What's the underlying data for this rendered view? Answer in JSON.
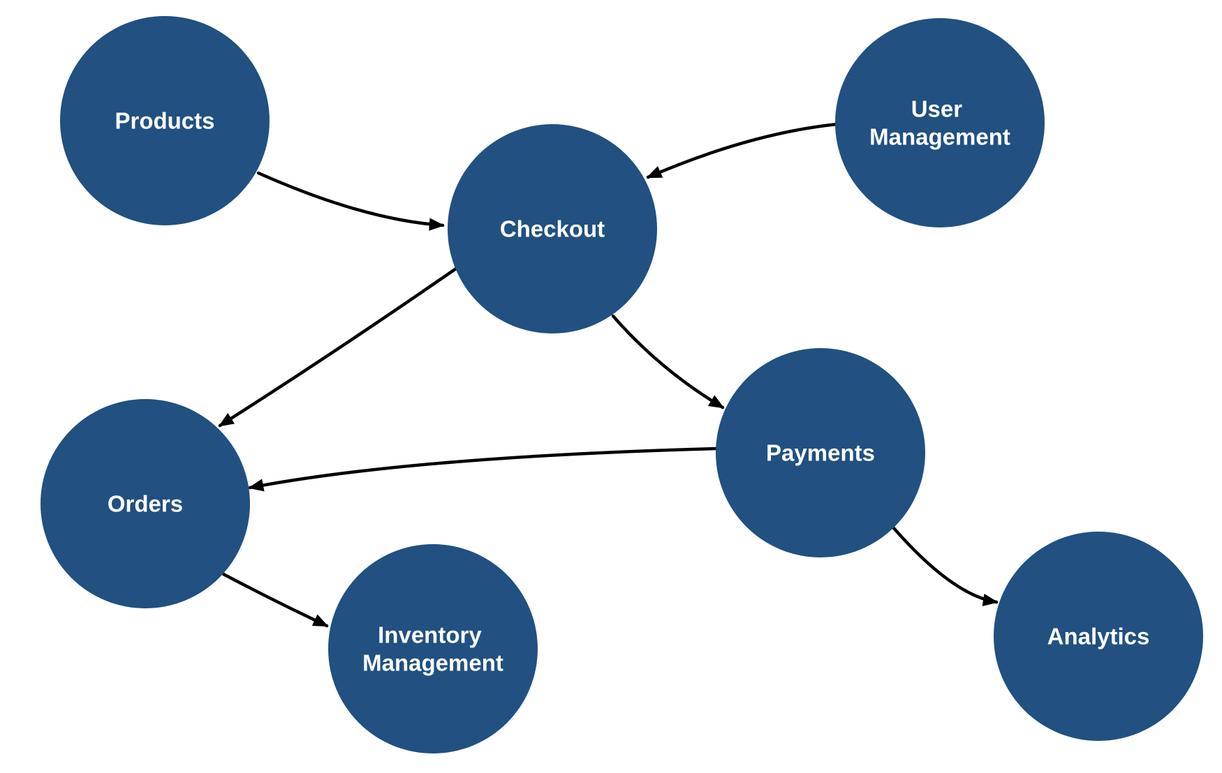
{
  "diagram": {
    "background": "#ffffff",
    "node_fill": "#215081",
    "node_text_color": "#ffffff",
    "edge_color": "#000000",
    "nodes": [
      {
        "id": "products",
        "label": "Products",
        "lines": [
          "Products"
        ]
      },
      {
        "id": "checkout",
        "label": "Checkout",
        "lines": [
          "Checkout"
        ]
      },
      {
        "id": "user-management",
        "label": "User Management",
        "lines": [
          "User",
          "Management"
        ]
      },
      {
        "id": "orders",
        "label": "Orders",
        "lines": [
          "Orders"
        ]
      },
      {
        "id": "payments",
        "label": "Payments",
        "lines": [
          "Payments"
        ]
      },
      {
        "id": "inventory-management",
        "label": "Inventory Management",
        "lines": [
          "Inventory",
          "Management"
        ]
      },
      {
        "id": "analytics",
        "label": "Analytics",
        "lines": [
          "Analytics"
        ]
      }
    ],
    "edges": [
      {
        "from": "products",
        "to": "checkout"
      },
      {
        "from": "user-management",
        "to": "checkout"
      },
      {
        "from": "checkout",
        "to": "orders"
      },
      {
        "from": "checkout",
        "to": "payments"
      },
      {
        "from": "payments",
        "to": "orders"
      },
      {
        "from": "orders",
        "to": "inventory-management"
      },
      {
        "from": "payments",
        "to": "analytics"
      }
    ]
  }
}
